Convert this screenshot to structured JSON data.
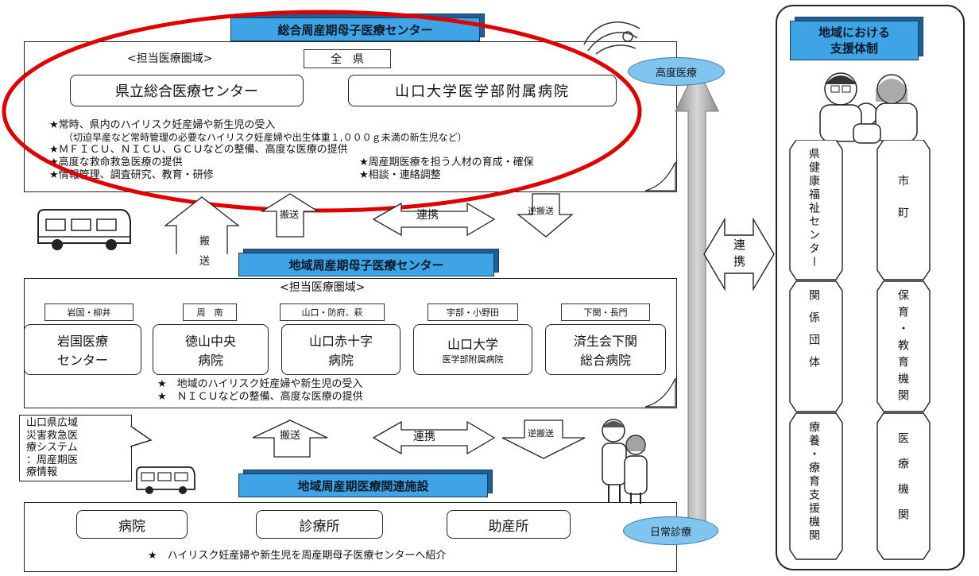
{
  "main": {
    "top_center_banner": "総合周産期母子医療センター",
    "top_area_label": "<担当医療圏域>",
    "top_area_value": "全　県",
    "top_hospitals": [
      "県立総合医療センター",
      "山口大学医学部附属病院"
    ],
    "top_notes": [
      "★常時、県内のハイリスク妊産婦や新生児の受入",
      "（切迫早産など常時管理の必要なハイリスク妊産婦や出生体重１,０００ｇ未満の新生児など）",
      "★ＭＦＩＣＵ、ＮＩＣＵ、ＧＣＵなどの整備、高度な医療の提供",
      "★高度な救命救急医療の提供",
      "★周産期医療を担う人材の育成・確保",
      "★情報管理、調査研究、教育・研修",
      "★相談・連絡調整"
    ],
    "mid_banner": "地域周産期母子医療センター",
    "mid_area_label": "<担当医療圏域>",
    "mid_areas": [
      "岩国・柳井",
      "周　南",
      "山口・防府、萩",
      "宇部・小野田",
      "下関・長門"
    ],
    "mid_hospitals": [
      {
        "line1": "岩国医療",
        "line2": "センター"
      },
      {
        "line1": "徳山中央",
        "line2": "病院"
      },
      {
        "line1": "山口赤十字",
        "line2": "病院"
      },
      {
        "line1": "山口大学",
        "line2": "医学部附属病院"
      },
      {
        "line1": "済生会下関",
        "line2": "総合病院"
      }
    ],
    "mid_notes": [
      "★　地域のハイリスク妊産婦や新生児の受入",
      "★　ＮＩＣＵなどの整備、高度な医療の提供"
    ],
    "bottom_banner": "地域周産期医療関連施設",
    "bottom_facilities": [
      "病院",
      "診療所",
      "助産所"
    ],
    "bottom_note": "★　ハイリスク妊産婦や新生児を周産期母子医療センターへ紹介",
    "arrows_upper": [
      "搬送",
      "連携",
      "逆搬送"
    ],
    "arrow_up_left": "搬送",
    "arrows_lower": [
      "搬送",
      "連携",
      "逆搬送"
    ],
    "callout": [
      "山口県広域",
      "災害救急医",
      "療システム",
      "：周産期医",
      "療情報"
    ],
    "oval_top": "高度医療",
    "oval_bottom": "日常診療",
    "cooperation": "連携"
  },
  "sidebar": {
    "title_line1": "地域における",
    "title_line2": "支援体制",
    "left_column": [
      "県健康福祉センター",
      "関係団体",
      "療養・療育支援機関"
    ],
    "right_column": [
      "市町",
      "保育・教育機関",
      "医療機関"
    ]
  },
  "colors": {
    "banner": "#3fa4e6",
    "oval": "#7fc5ef",
    "highlight_ellipse": "#e00000",
    "vertical_arrow": "#b5b5b5"
  }
}
